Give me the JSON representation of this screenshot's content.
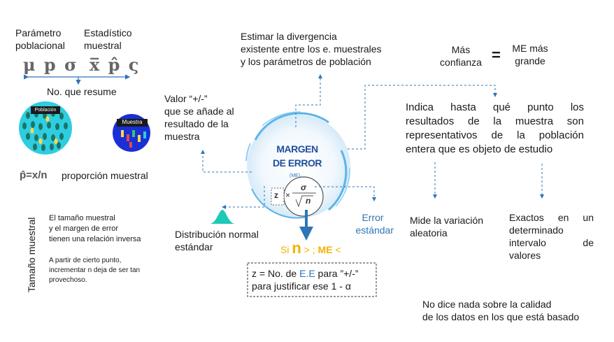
{
  "top_left": {
    "param_label_1": "Parámetro",
    "param_label_2": "poblacional",
    "stat_label_1": "Estadístico",
    "stat_label_2": "muestral",
    "param_symbols": "μ p σ",
    "stat_symbols": "x̅ p̂ ς",
    "resume_text": "No. que resume",
    "population_label": "Población",
    "sample_label": "Muestra",
    "proportion_formula": "p̂=x/n",
    "proportion_label": "proporción muestral"
  },
  "sample_size": {
    "vertical_label": "Tamaño muestral",
    "text_1_line_1": "El tamaño muestral",
    "text_1_line_2": "y el margen de error",
    "text_1_line_3": "tienen una relación inversa",
    "text_2_line_1": "A partir de cierto punto,",
    "text_2_line_2": "incrementar n deja de ser tan",
    "text_2_line_3": "provechoso."
  },
  "center": {
    "title_line_1": "MARGEN",
    "title_line_2": "DE ERROR",
    "abbrev": "(ME)",
    "z": "z",
    "times": "×",
    "sigma": "σ",
    "n": "n",
    "value_text_1": "Valor “+/-”",
    "value_text_2": "que se añade al",
    "value_text_3": "resultado de la",
    "value_text_4": "muestra",
    "estimate_text_1": "Estimar la divergencia",
    "estimate_text_2": "existente entre los e. muestrales",
    "estimate_text_3": "y los parámetros de población",
    "normal_text_1": "Distribución normal",
    "normal_text_2": "estándar",
    "error_text_1": "Error",
    "error_text_2": "estándar",
    "si_text": "Si",
    "n_big": "n",
    "gt_text": " > ; ",
    "me_text": "ME",
    "lt_text": " <",
    "z_box_pre": "z = No. de ",
    "z_box_ee": "E.E",
    "z_box_post": " para ”+/-”",
    "z_box_line2": "para  justificar ese 1 - α"
  },
  "right": {
    "mas_1": "Más",
    "mas_2": "confianza",
    "equals": "=",
    "me_mas_1": "ME más",
    "me_mas_2": "grande",
    "indica_1": "Indica hasta qué punto los",
    "indica_2": "resultados de la muestra son",
    "indica_3": "representativos de la población",
    "indica_4": "entera que es objeto de estudio",
    "mide_1": "Mide la variación",
    "mide_2": "aleatoria",
    "exactos_1": "Exactos en un",
    "exactos_2": "determinado",
    "exactos_3": "intervalo de",
    "exactos_4": "valores",
    "nodice_1": "No dice nada sobre la calidad",
    "nodice_2": "de los datos en los que está basado"
  },
  "colors": {
    "blue": "#2e75b6",
    "title_blue": "#1f4e9c",
    "gold": "#f0b400",
    "teal": "#1dc9b7",
    "cyan_circle": "#2ecde0",
    "navy_circle": "#1a2fd6"
  }
}
